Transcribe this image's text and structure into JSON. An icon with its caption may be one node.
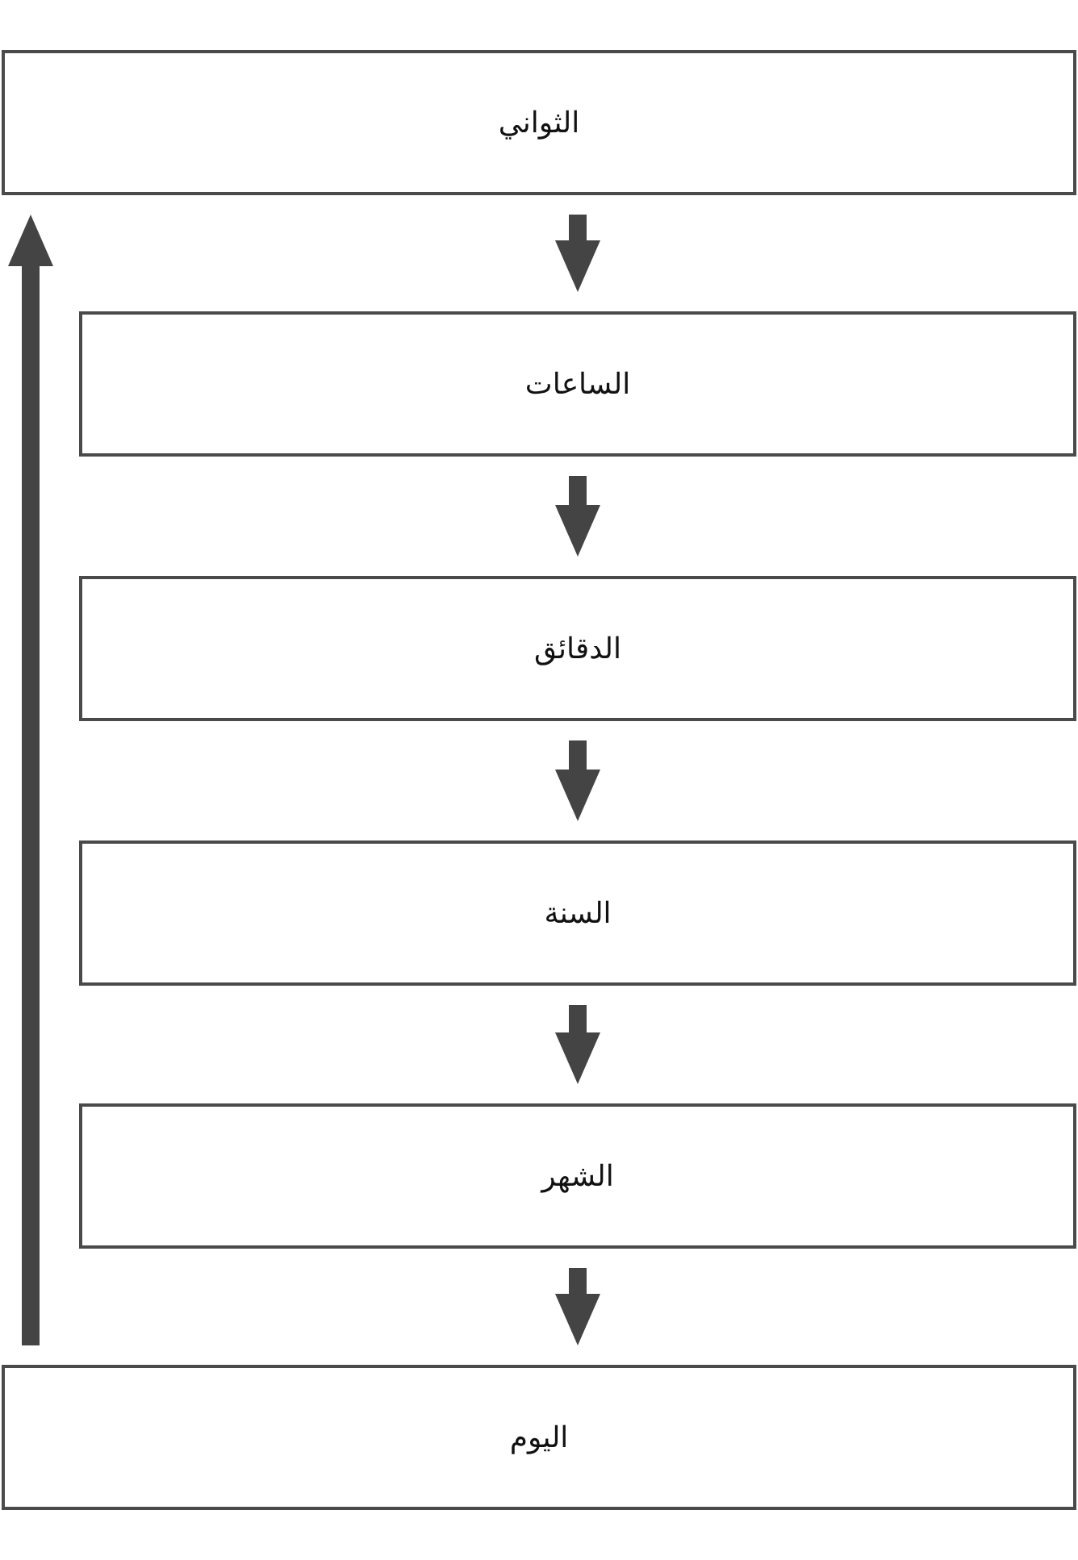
{
  "diagram": {
    "nodes": [
      {
        "text": [
          "الثواني"
        ]
      },
      {
        "text": [
          "الساعات"
        ]
      },
      {
        "text": [
          "الدقائق"
        ]
      },
      {
        "text": [
          "السنة"
        ]
      },
      {
        "text": [
          "الشهر"
        ]
      },
      {
        "text": [
          "اليوم"
        ]
      }
    ],
    "edges": [
      {
        "from": 0,
        "to": 1,
        "arrow": "to"
      },
      {
        "from": 1,
        "to": 2,
        "arrow": "to"
      },
      {
        "from": 2,
        "to": 3,
        "arrow": "to"
      },
      {
        "from": 3,
        "to": 4,
        "arrow": "to"
      },
      {
        "from": 4,
        "to": 5,
        "arrow": "to"
      },
      {
        "from": 5,
        "to": 0,
        "arrow": "to"
      }
    ]
  }
}
